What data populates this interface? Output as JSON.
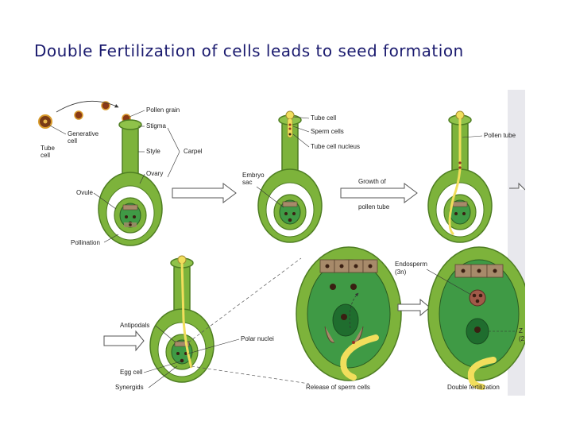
{
  "title": "Double Fertilization of cells leads to seed formation",
  "labels": {
    "pollen_grain": "Pollen grain",
    "stigma": "Stigma",
    "generative_cell_1": "Generative",
    "generative_cell_2": "cell",
    "tube_cell_left_1": "Tube",
    "tube_cell_left_2": "cell",
    "style": "Style",
    "carpel": "Carpel",
    "ovary": "Ovary",
    "ovule": "Ovule",
    "pollination": "Pollination",
    "tube_cell": "Tube cell",
    "sperm_cells": "Sperm cells",
    "tube_cell_nucleus": "Tube cell nucleus",
    "embryo_sac_1": "Embryo",
    "embryo_sac_2": "sac",
    "growth_of_1": "Growth of",
    "growth_of_2": "pollen tube",
    "pollen_tube": "Pollen tube",
    "endosperm_1": "Endosperm",
    "endosperm_2": "(3n)",
    "antipodals": "Antipodals",
    "polar_nuclei": "Polar nuclei",
    "egg_cell": "Egg cell",
    "synergids": "Synergids",
    "release": "Release of sperm cells",
    "double_fert": "Double fertilization",
    "zygote_1": "Z",
    "zygote_2": "(2"
  },
  "colors": {
    "title": "#1a1a6e",
    "carpel_green": "#7db33b",
    "carpel_dark": "#4e7d22",
    "sac_green": "#3f9a45",
    "pollen_yellow": "#f1de5c",
    "cell_brown": "#a78a6a",
    "nucleus_dark": "#3a1f12",
    "nucleus_red": "#9b3322"
  }
}
